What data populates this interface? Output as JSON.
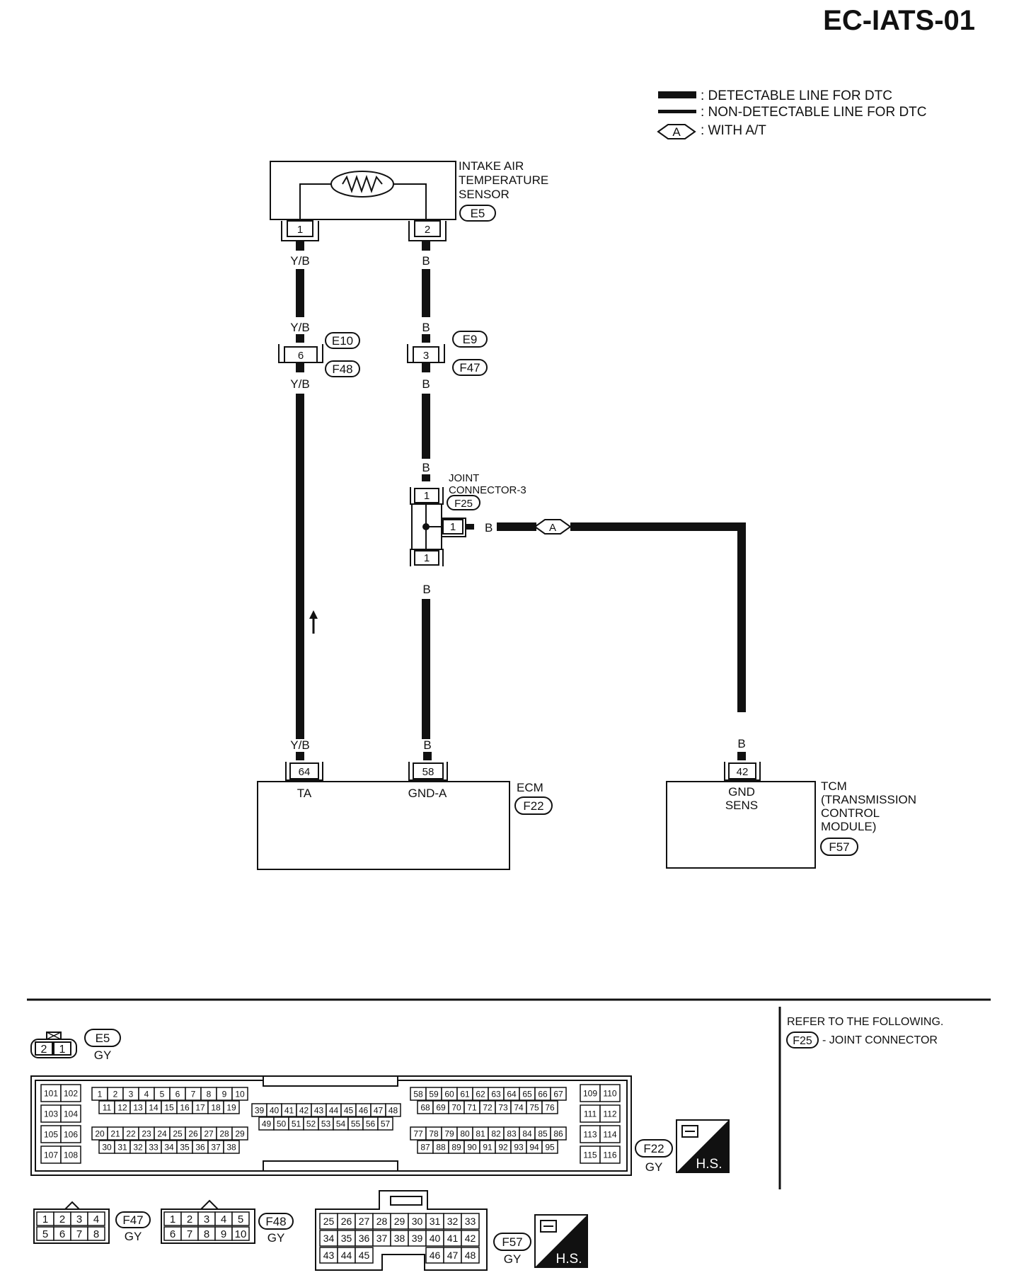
{
  "page_code": "EC-IATS-01",
  "legend": {
    "detectable": ": DETECTABLE LINE FOR DTC",
    "non_detectable": ": NON-DETECTABLE LINE FOR DTC",
    "option_code": "A",
    "option_text": ": WITH A/T"
  },
  "sensor": {
    "name_lines": [
      "INTAKE AIR",
      "TEMPERATURE",
      "SENSOR"
    ],
    "connector": "E5",
    "pin1": "1",
    "pin2": "2"
  },
  "wires": {
    "left_color": "Y/B",
    "right_color": "B"
  },
  "inline_connectors": {
    "left_pin": "6",
    "left_upper": "E10",
    "left_lower": "F48",
    "right_pin": "3",
    "right_upper": "E9",
    "right_lower": "F47"
  },
  "joint": {
    "name_lines": [
      "JOINT",
      "CONNECTOR-3"
    ],
    "connector": "F25",
    "pin_top": "1",
    "pin_side": "1",
    "pin_bottom": "1",
    "branch_code": "A"
  },
  "ecm": {
    "label": "ECM",
    "connector": "F22",
    "pin_ta": "64",
    "pin_gnd": "58",
    "ta_label": "TA",
    "gnd_label": "GND-A"
  },
  "tcm": {
    "name_lines": [
      "TCM",
      "(TRANSMISSION",
      "CONTROL",
      "MODULE)"
    ],
    "connector": "F57",
    "pin": "42",
    "pin_label_lines": [
      "GND",
      "SENS"
    ]
  },
  "reference": {
    "text": "REFER TO THE FOLLOWING.",
    "connector": "F25",
    "item": "- JOINT CONNECTOR"
  },
  "connector_views": {
    "e5": {
      "code": "E5",
      "color": "GY",
      "pins": [
        "2",
        "1"
      ]
    },
    "f22": {
      "code": "F22",
      "color": "GY",
      "hs": "H.S.",
      "left_block": [
        [
          "101",
          "102"
        ],
        [
          "103",
          "104"
        ],
        [
          "105",
          "106"
        ],
        [
          "107",
          "108"
        ]
      ],
      "row1a": [
        "1",
        "2",
        "3",
        "4",
        "5",
        "6",
        "7",
        "8",
        "9",
        "10"
      ],
      "row1b": [
        "11",
        "12",
        "13",
        "14",
        "15",
        "16",
        "17",
        "18",
        "19"
      ],
      "row2a": [
        "20",
        "21",
        "22",
        "23",
        "24",
        "25",
        "26",
        "27",
        "28",
        "29"
      ],
      "row2b": [
        "30",
        "31",
        "32",
        "33",
        "34",
        "35",
        "36",
        "37",
        "38"
      ],
      "mid_a": [
        "39",
        "40",
        "41",
        "42",
        "43",
        "44",
        "45",
        "46",
        "47",
        "48"
      ],
      "mid_b": [
        "49",
        "50",
        "51",
        "52",
        "53",
        "54",
        "55",
        "56",
        "57"
      ],
      "r1a": [
        "58",
        "59",
        "60",
        "61",
        "62",
        "63",
        "64",
        "65",
        "66",
        "67"
      ],
      "r1b": [
        "68",
        "69",
        "70",
        "71",
        "72",
        "73",
        "74",
        "75",
        "76"
      ],
      "r2a": [
        "77",
        "78",
        "79",
        "80",
        "81",
        "82",
        "83",
        "84",
        "85",
        "86"
      ],
      "r2b": [
        "87",
        "88",
        "89",
        "90",
        "91",
        "92",
        "93",
        "94",
        "95"
      ],
      "right_block": [
        [
          "109",
          "110"
        ],
        [
          "111",
          "112"
        ],
        [
          "113",
          "114"
        ],
        [
          "115",
          "116"
        ]
      ]
    },
    "f47": {
      "code": "F47",
      "color": "GY",
      "top": [
        "1",
        "2",
        "3",
        "4"
      ],
      "bottom": [
        "5",
        "6",
        "7",
        "8"
      ]
    },
    "f48": {
      "code": "F48",
      "color": "GY",
      "top": [
        "1",
        "2",
        "3",
        "4",
        "5"
      ],
      "bottom": [
        "6",
        "7",
        "8",
        "9",
        "10"
      ]
    },
    "f57": {
      "code": "F57",
      "color": "GY",
      "hs": "H.S.",
      "row1": [
        "25",
        "26",
        "27",
        "28",
        "29",
        "30",
        "31",
        "32",
        "33"
      ],
      "row2": [
        "34",
        "35",
        "36",
        "37",
        "38",
        "39",
        "40",
        "41",
        "42"
      ],
      "row3": [
        "43",
        "44",
        "45",
        "46",
        "47",
        "48"
      ]
    }
  }
}
